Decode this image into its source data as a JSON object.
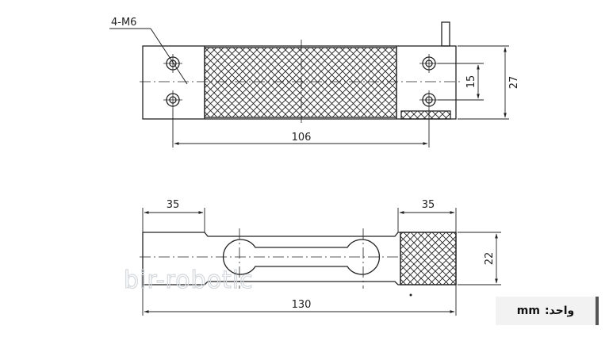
{
  "drawing": {
    "top_view": {
      "hole_callout": "4-M6",
      "length_label": "106",
      "height_label": "27",
      "hole_spacing_label": "15"
    },
    "side_view": {
      "left_end_label": "35",
      "right_end_label": "35",
      "length_label": "130",
      "height_label": "22"
    },
    "watermark": "bir-robotic"
  },
  "unit_box": {
    "label": "واحد:",
    "value": "mm"
  },
  "colors": {
    "line": "#222222",
    "background": "#ffffff",
    "unit_box_bg": "#f2f2f2",
    "unit_box_border": "#555555",
    "watermark": "#d4d8dc"
  }
}
